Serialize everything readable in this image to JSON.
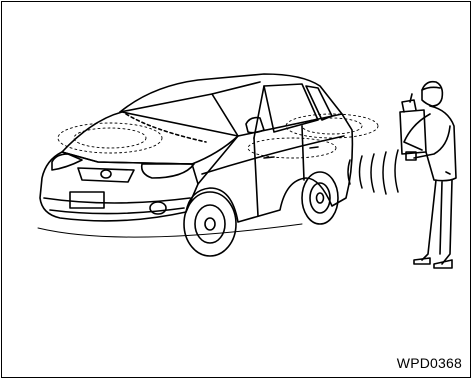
{
  "figure": {
    "code": "WPD0368",
    "icons": [
      "sedan-car-illustration",
      "person-holding-key-fob",
      "remote-signal-waves"
    ],
    "colors": {
      "line": "#000000",
      "background": "#ffffff"
    }
  }
}
